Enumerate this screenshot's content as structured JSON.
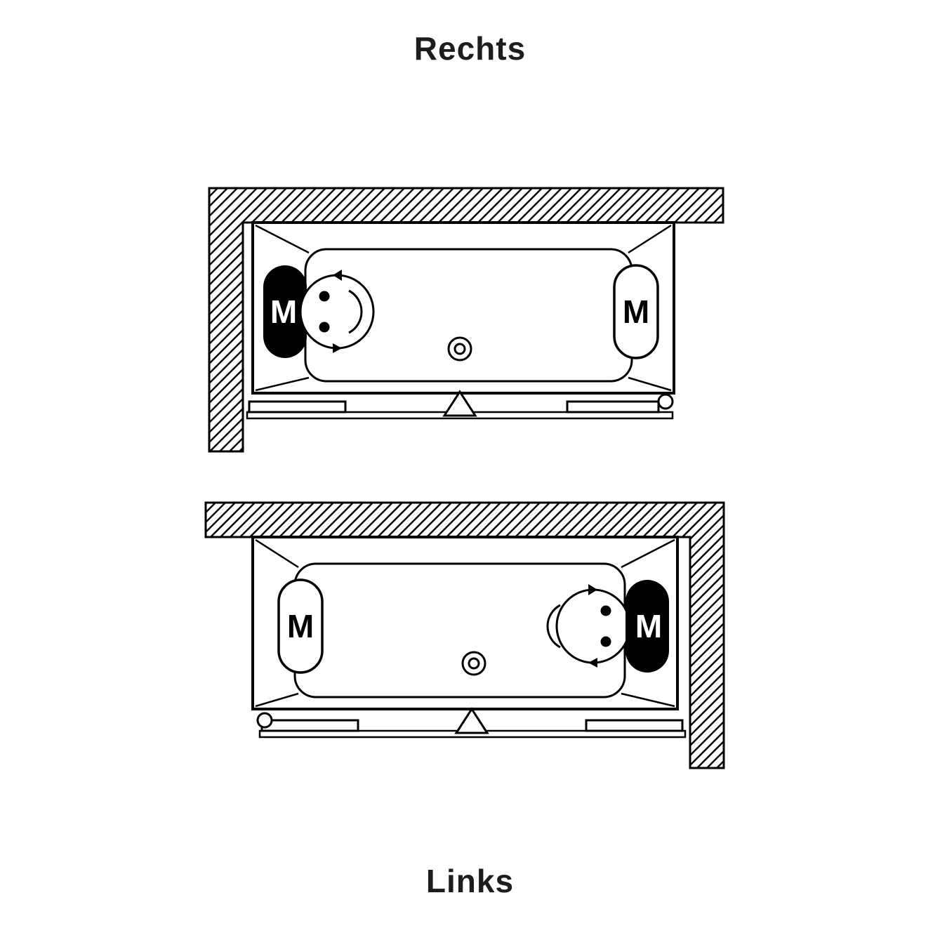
{
  "labels": {
    "top": "Rechts",
    "bottom": "Links"
  },
  "markers": {
    "motor_letter": "M"
  },
  "colors": {
    "line": "#000000",
    "fill": "#ffffff",
    "label_text": "#1d1d1d"
  }
}
